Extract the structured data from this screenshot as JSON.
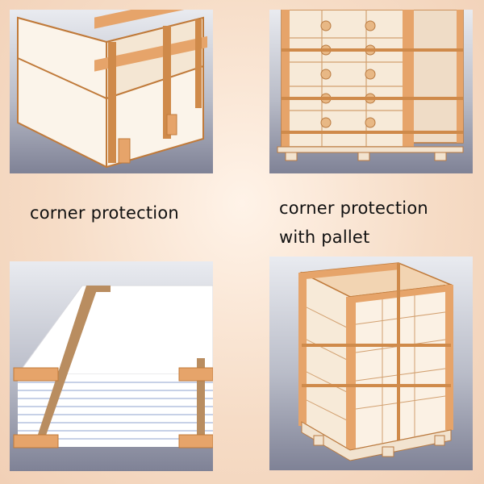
{
  "captions": {
    "corner_protection": "corner protection",
    "corner_protection_with_pallet_line1": "corner protection",
    "corner_protection_with_pallet_line2": "with pallet"
  },
  "colors": {
    "cardboard": "#e6a46a",
    "strap": "#cf8a4a",
    "box_face": "#fbf4ea",
    "panel_bg_top": "#e9ebf0",
    "panel_bg_bottom": "#7f8296"
  }
}
